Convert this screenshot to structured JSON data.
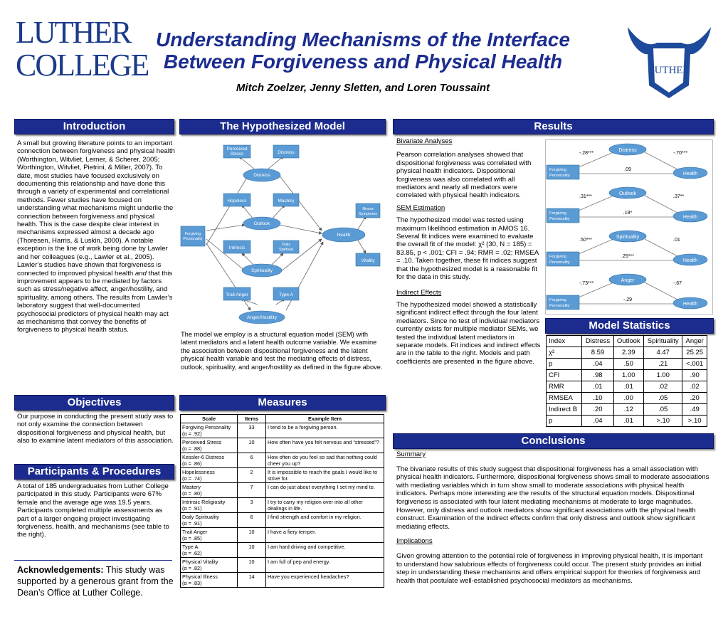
{
  "header": {
    "title_line1": "Understanding Mechanisms of the Interface",
    "title_line2": "Between Forgiveness and Physical Health",
    "authors": "Mitch Zoelzer, Jenny Sletten, and Loren Toussaint",
    "logo_left_line1": "LUTHER",
    "logo_left_line2": "COLLEGE",
    "logo_right_text": "LUTHER"
  },
  "colors": {
    "accent": "#1c2c8e",
    "node": "#5b9bd5",
    "node_border": "#2e6ea6"
  },
  "introduction": {
    "heading": "Introduction",
    "text": "A small but growing literature points to an important connection between forgiveness and physical health (Worthington, Witvliet, Lerner, & Scherer, 2005; Worthington, Witvliet, Pietrini, & Miller, 2007). To date, most studies have focused exclusively on documenting this relationship and have done this through a variety of experimental and correlational methods. Fewer studies have focused on understanding what mechanisms might underlie the connection between forgiveness and physical health. This is the case despite clear interest in mechanisms expressed almost a decade ago (Thoresen, Harris, & Luskin, 2000). A notable exception is the line of work being done by Lawler and her colleagues (e.g., Lawler et al., 2005). Lawler’s studies have shown that forgiveness is connected to improved physical health",
    "text_and": "and",
    "text_end": "that this improvement appears to be mediated by factors such as stress/negative affect, anger/hostility, and spirituality, among others. The results from Lawler’s laboratory suggest that well-documented psychosocial predictors of physical health may act as mechanisms that convey the benefits of forgiveness to physical health status."
  },
  "objectives": {
    "heading": "Objectives",
    "text": "Our purpose in conducting the present study was to not only examine the connection between dispositional forgiveness and physical health, but also to examine latent mediators of this association."
  },
  "participants": {
    "heading": "Participants & Procedures",
    "text": "A total of 185 undergraduates from Luther College participated in this study. Participants were 67% female and the average age was 19.5 years. Participants completed multiple assessments as part of a larger ongoing project investigating forgiveness, health, and mechanisms (see table to the right)."
  },
  "acknowledgements": {
    "label": "Acknowledgements:",
    "text": "This study was supported by a generous grant from the Dean’s Office at Luther College."
  },
  "model": {
    "heading": "The Hypothesized Model",
    "nodes": {
      "perceived_stress": [
        "Perceived",
        "Stress"
      ],
      "distress_ind": "Distress",
      "distress": "Distress",
      "hopeless": "Hopeless",
      "mastery": "Mastery",
      "illness": [
        "Illness",
        "Symptoms"
      ],
      "forgiving": [
        "Forgiving",
        "Personality"
      ],
      "outlook": "Outlook",
      "health": "Health",
      "intrinsic": "Intrinsic",
      "daily": [
        "Daily",
        "Spiritual"
      ],
      "vitality": "Vitality",
      "spirituality": "Spirituality",
      "trait_anger": "Trait Anger",
      "type_a": "Type A",
      "anger": "Anger/Hostility"
    },
    "text": "The model we employ is a structural equation model (SEM) with latent mediators and a latent health outcome variable. We examine the association between dispositional forgiveness and the latent physical health variable and test the mediating effects of distress, outlook, spirituality, and anger/hostility as defined in the figure above."
  },
  "measures": {
    "heading": "Measures",
    "columns": [
      "Scale",
      "Items",
      "Example Item"
    ],
    "rows": [
      {
        "scale": "Forgiving Personality",
        "alpha": "(α = .92)",
        "items": "33",
        "example": "I tend to be a forgiving person."
      },
      {
        "scale": "Perceived Stress",
        "alpha": "(α = .88)",
        "items": "10",
        "example": "How often have you felt nervous and “stressed”?"
      },
      {
        "scale": "Kessler-6 Distress",
        "alpha": "(α = .86)",
        "items": "6",
        "example": "How often do you feel so sad that nothing could cheer you up?"
      },
      {
        "scale": "Hopelessness",
        "alpha": "(α = .74)",
        "items": "2",
        "example": "It is impossible to reach the goals I would like to strive for."
      },
      {
        "scale": "Mastery",
        "alpha": "(α = .80)",
        "items": "7",
        "example": "I can do just about everything I set my mind to."
      },
      {
        "scale": "Intrinsic Religiosity",
        "alpha": "(α = .91)",
        "items": "3",
        "example": "I try to carry my religion over into all other dealings in life."
      },
      {
        "scale": "Daily Spirituality",
        "alpha": "(α = .91)",
        "items": "6",
        "example": "I find strength and comfort in my religion."
      },
      {
        "scale": "Trait Anger",
        "alpha": "(α = .85)",
        "items": "10",
        "example": "I have a fiery temper."
      },
      {
        "scale": "Type A",
        "alpha": "(α = .62)",
        "items": "10",
        "example": "I am hard driving and competitive."
      },
      {
        "scale": "Physical Vitality",
        "alpha": "(α = .82)",
        "items": "10",
        "example": "I am full of pep and energy."
      },
      {
        "scale": "Physical Illness",
        "alpha": "(α = .83)",
        "items": "14",
        "example": "Have you experienced headaches?"
      }
    ]
  },
  "results": {
    "heading": "Results",
    "bivariate_heading": "Bivariate Analyses",
    "bivariate_text": "Pearson correlation analyses showed that dispositional forgiveness was correlated with physical health indicators. Dispositional forgiveness was also correlated with all mediators and nearly all mediators were correlated with physical health indicators.",
    "sem_heading": "SEM Estimation",
    "sem_text_a": "The hypothesized model was tested using maximum likelihood estimation in AMOS 16. Several fit indices were examined to evaluate the overall fit of the model: χ²",
    "sem_text_b": "(30, N = 185) = 83.85, p < .001; CFI = .94; RMR = .02; RMSEA = .10.  Taken together, these fit indices suggest that the hypothesized model is a reasonable fit for the data in this study.",
    "indirect_heading": "Indirect Effects",
    "indirect_text": "The hypothesized model showed a statistically significant indirect effect through the four latent mediators.  Since no test of individual mediators currently exists for multiple mediator SEMs, we tested the individual latent mediators in separate models. Fit indices and indirect effects are in the table to the right. Models and path coefficients are presented in the figure above.",
    "mediators": [
      {
        "name": "Distress",
        "a": "-.28***",
        "b": "-.70***",
        "c": ".09"
      },
      {
        "name": "Outlook",
        "a": ".31***",
        "b": ".37**",
        "c": ".18*"
      },
      {
        "name": "Spirituality",
        "a": ".50***",
        "b": ".01",
        "c": ".25***"
      },
      {
        "name": "Anger",
        "a": "-.73***",
        "b": "-.67",
        "c": "-.29"
      }
    ],
    "forgiving_label": [
      "Forgiving",
      "Personality"
    ],
    "health_label": "Health"
  },
  "model_statistics": {
    "heading": "Model Statistics",
    "columns": [
      "Index",
      "Distress",
      "Outlook",
      "Spirituality",
      "Anger"
    ],
    "rows": [
      [
        "χ²",
        "8.59",
        "2.39",
        "4.47",
        "25.25"
      ],
      [
        "p",
        ".04",
        ".50",
        ".21",
        "<.001"
      ],
      [
        "CFI",
        ".98",
        "1.00",
        "1.00",
        ".90"
      ],
      [
        "RMR",
        ".01",
        ".01",
        ".02",
        ".02"
      ],
      [
        "RMSEA",
        ".10",
        ".00",
        ".05",
        ".20"
      ],
      [
        "Indirect B",
        ".20",
        ".12",
        ".05",
        ".49"
      ],
      [
        "p",
        ".04",
        ".01",
        ">.10",
        ">.10"
      ]
    ]
  },
  "conclusions": {
    "heading": "Conclusions",
    "summary_heading": "Summary",
    "summary_text": "The bivariate results of this study suggest that dispositional forgiveness has a small association with physical health indicators. Furthermore, dispositional forgiveness shows small to moderate associations with mediating variables which in turn show small to moderate associations with physical health indicators. Perhaps more interesting are the results of the structural equation models. Dispositional forgiveness is associated with four latent mediating mechanisms at moderate to large magnitudes. However, only distress and outlook mediators show significant associations with the physical health construct. Examination of the indirect effects confirm that only distress and outlook show significant mediating effects.",
    "implications_heading": "Implications",
    "implications_text": "Given growing attention to the potential role of forgiveness in improving physical health, it is important to understand how salubrious effects of forgiveness could occur. The present study provides an initial step in understanding these mechanisms and offers empirical support for theories of forgiveness and health that postulate well-established psychosocial mediators as mechanisms."
  }
}
